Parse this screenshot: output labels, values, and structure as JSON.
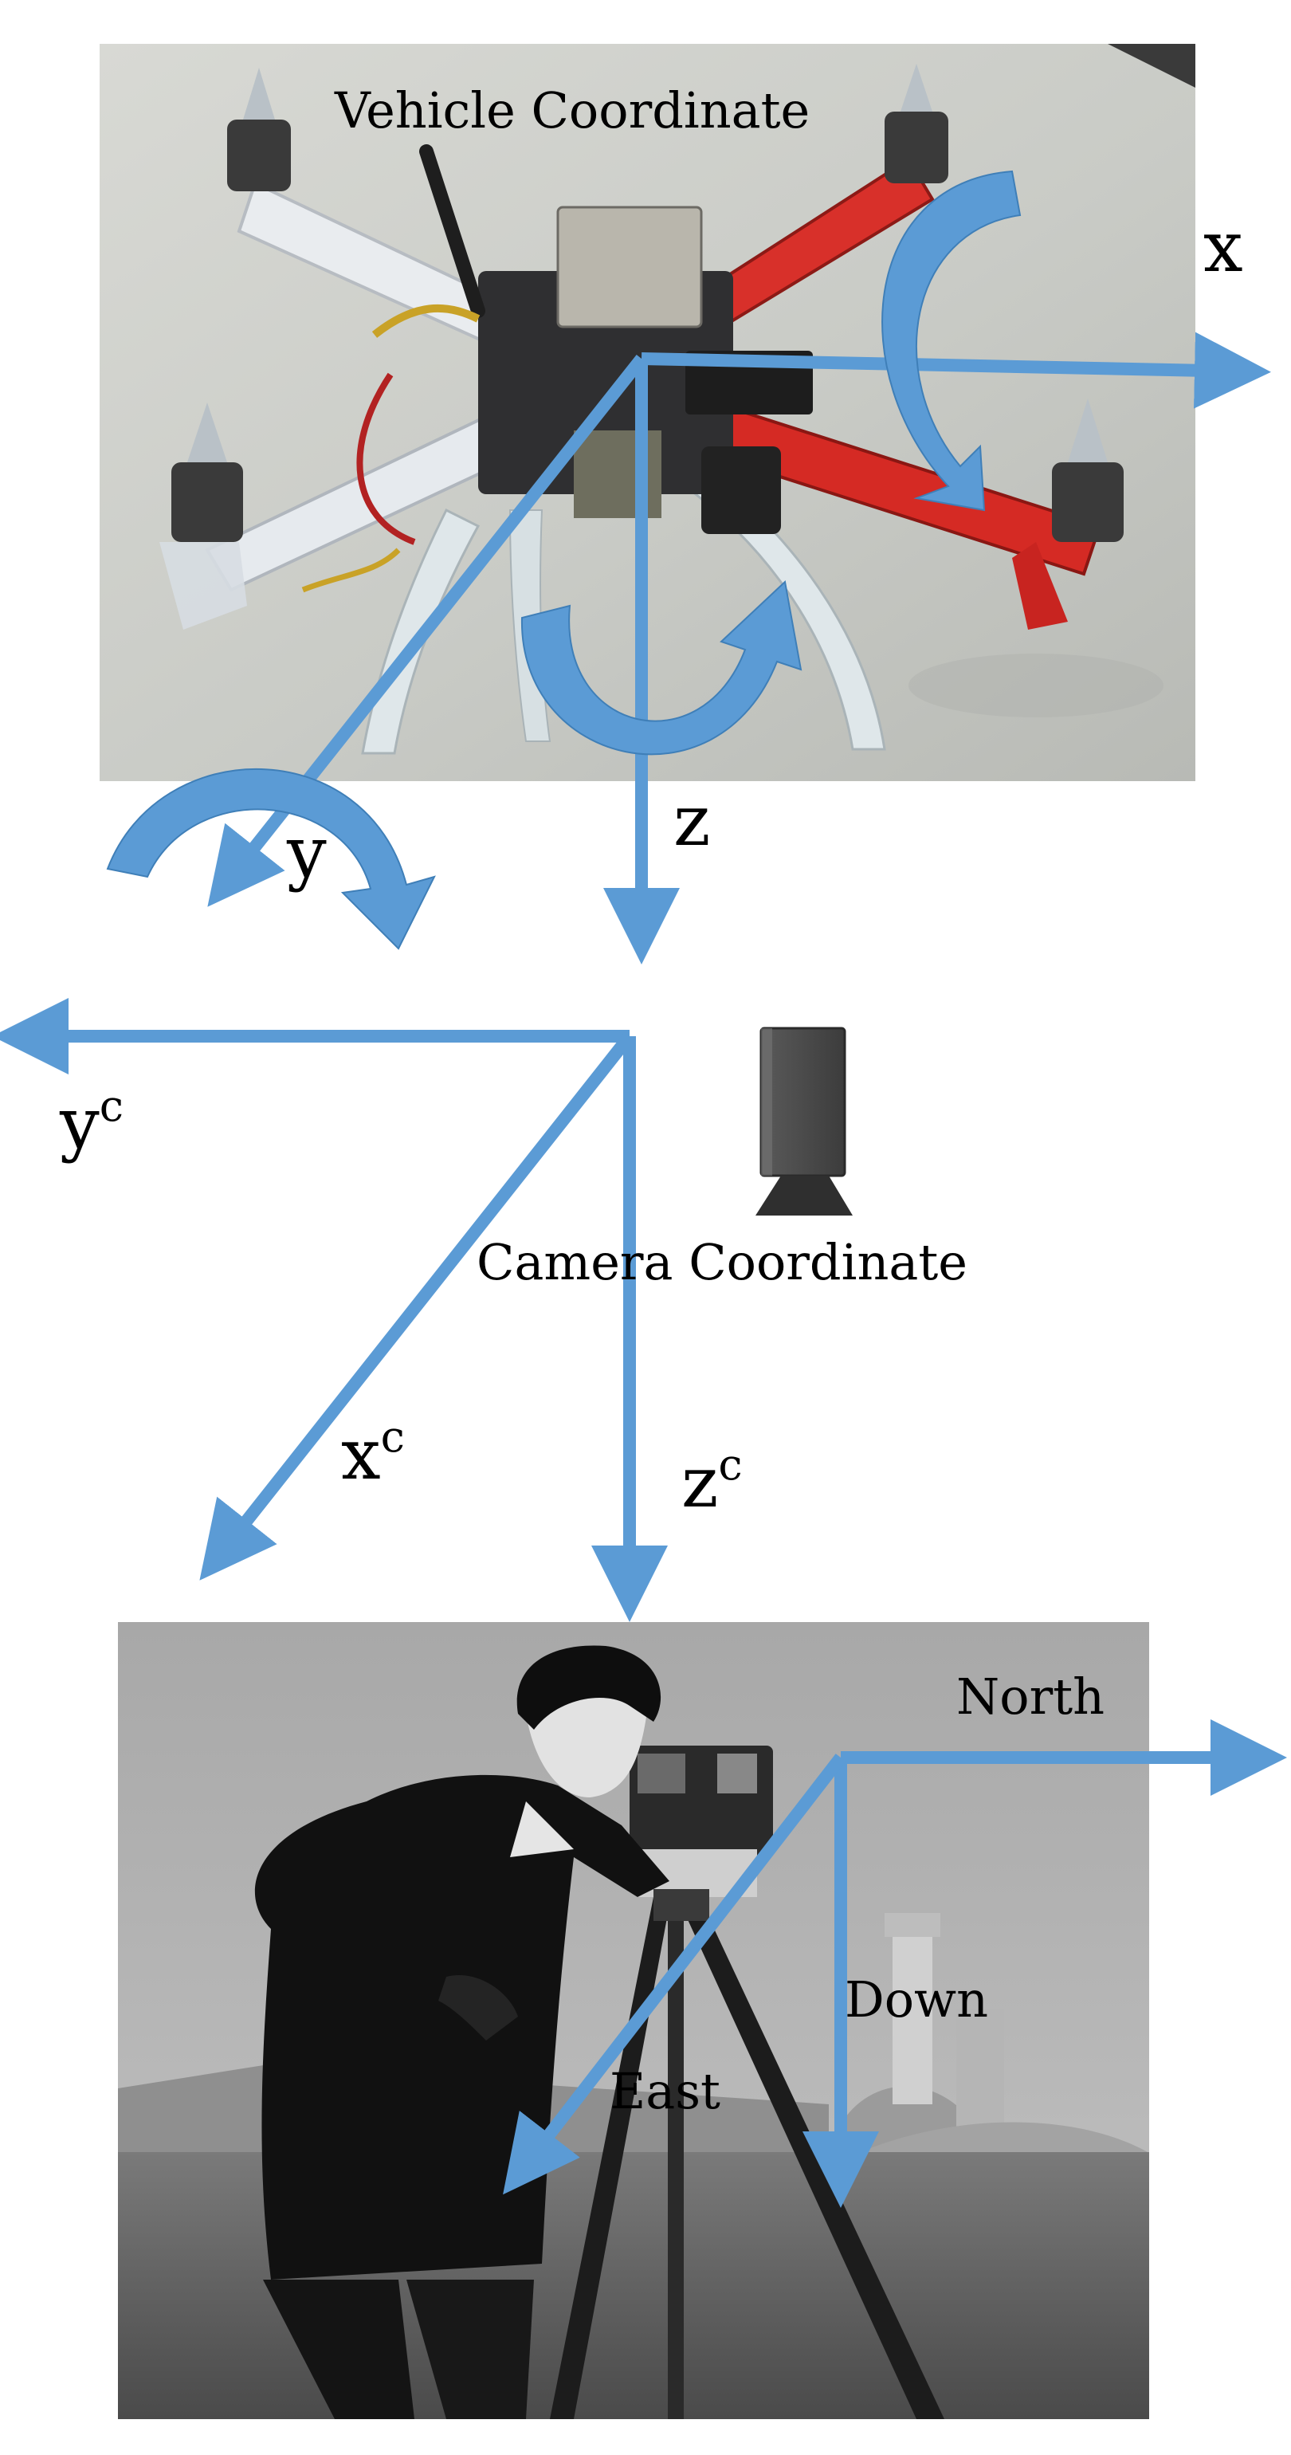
{
  "vehicle": {
    "title": "Vehicle Coordinate",
    "axes": {
      "x": "x",
      "y": "y",
      "z": "z"
    }
  },
  "camera": {
    "title": "Camera Coordinate",
    "axes": {
      "y": "y",
      "x": "x",
      "z": "z",
      "superscript": "c"
    }
  },
  "world": {
    "axes": {
      "north": "North",
      "down": "Down",
      "east": "East"
    }
  },
  "colors": {
    "axis": "#5b9bd5",
    "axis_dark": "#3f7fb8"
  }
}
